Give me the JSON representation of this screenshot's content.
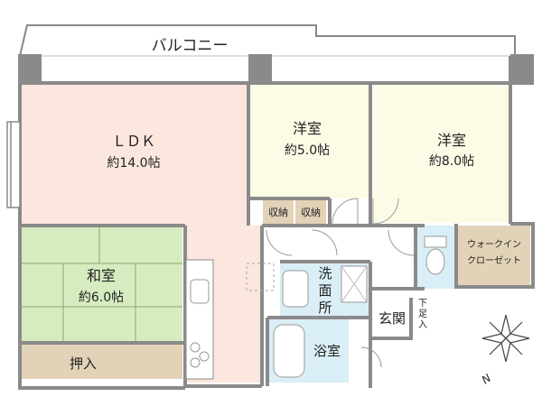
{
  "rooms": {
    "balcony": "バルコニー",
    "ldk": {
      "name": "ＬＤＫ",
      "size": "約14.0帖"
    },
    "western_1": {
      "name": "洋室",
      "size": "約5.0帖"
    },
    "western_2": {
      "name": "洋室",
      "size": "約8.0帖"
    },
    "japanese": {
      "name": "和室",
      "size": "約6.0帖"
    },
    "storage_1": "収納",
    "storage_2": "収納",
    "walk_in_closet": {
      "line1": "ウォークイン",
      "line2": "クローゼット"
    },
    "closet": "押入",
    "washroom": {
      "c1": "洗",
      "c2": "面",
      "c3": "所"
    },
    "bathroom": "浴室",
    "entrance": "玄関",
    "shoe_box": {
      "c1": "下",
      "c2": "足",
      "c3": "入"
    }
  },
  "compass": {
    "label": "N"
  },
  "colors": {
    "wall": "#8a8a8a",
    "ldk_floor": "#fbe7dd",
    "western_floor": "#fbfbe6",
    "japanese_floor": "#d6ecc0",
    "storage_floor": "#e2d3b8",
    "wet_floor": "#d9eef6",
    "outline": "#888888"
  }
}
